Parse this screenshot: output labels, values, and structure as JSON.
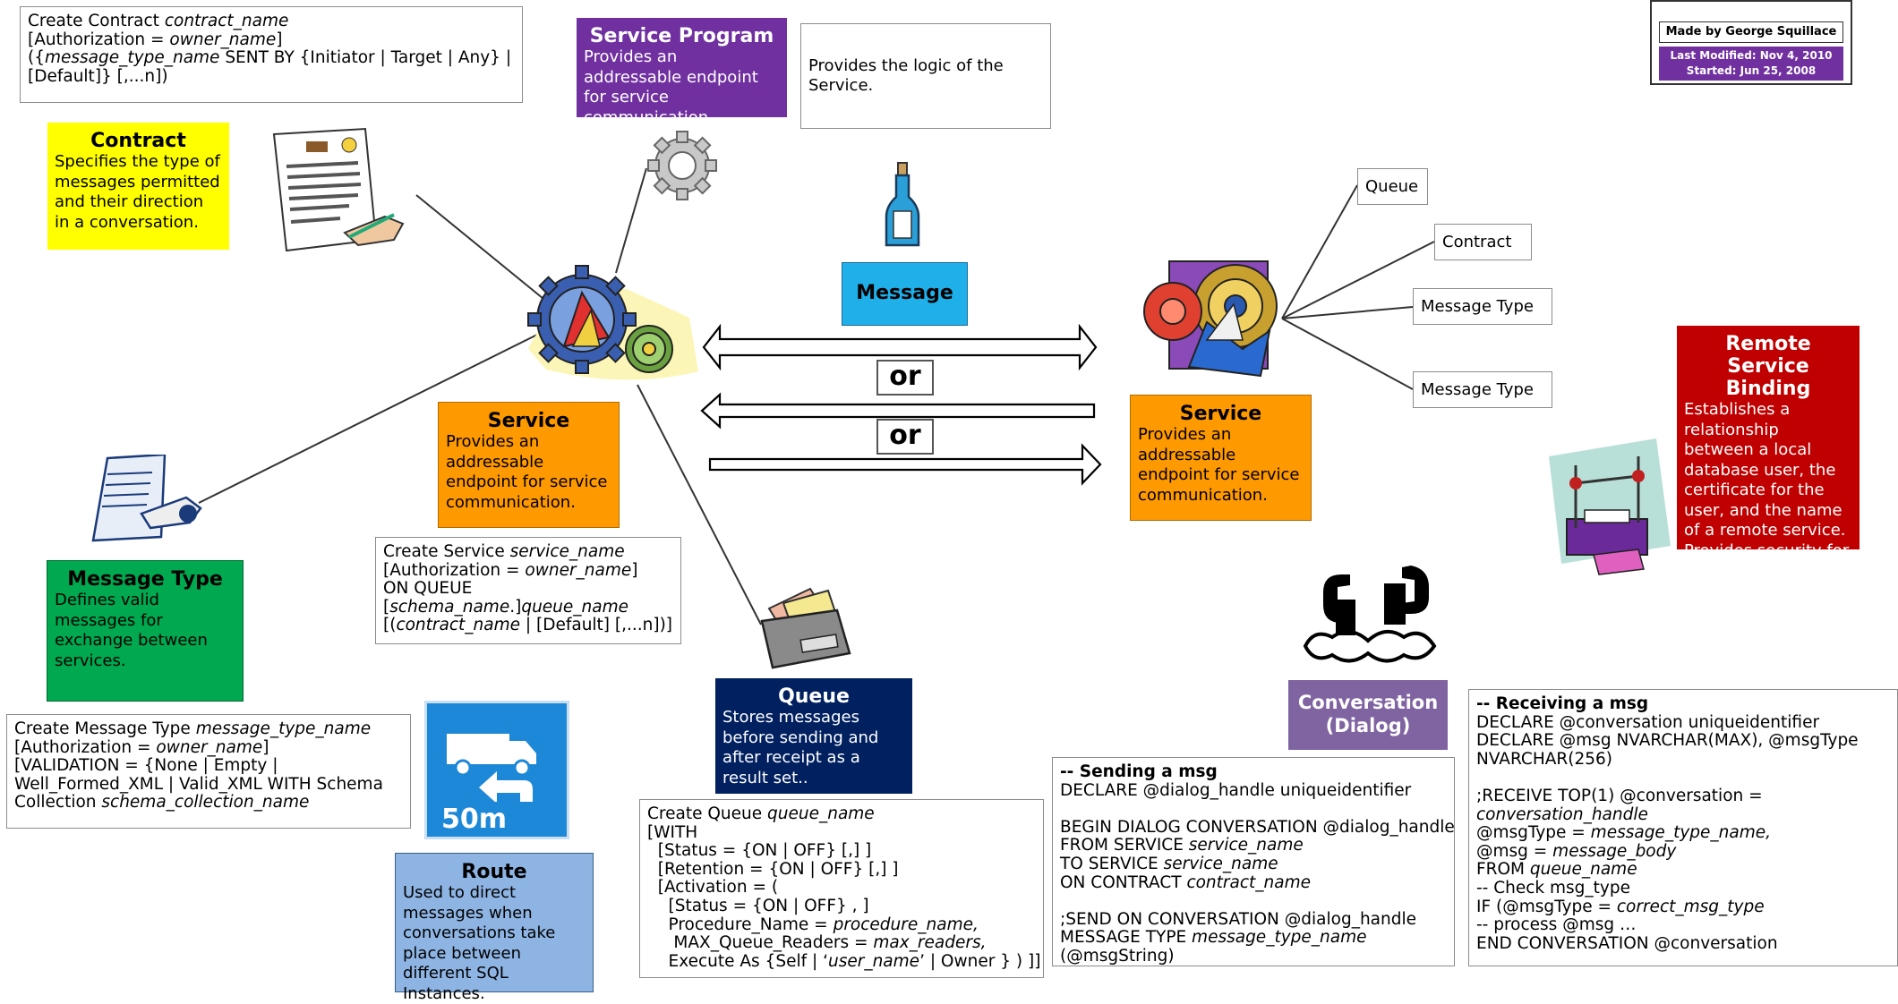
{
  "credits": {
    "made_by": "Made by George Squillace",
    "last_modified": "Last Modified: Nov 4, 2010",
    "started": "Started: Jun 25, 2008"
  },
  "colors": {
    "contract": "#ffff00",
    "service_program": "#7030a0",
    "message": "#1fb0ea",
    "service": "#ff9900",
    "message_type": "#00a84f",
    "queue": "#002060",
    "route": "#8eb4e3",
    "conversation": "#8064a2",
    "remote_binding": "#c00000",
    "route_sign": "#1e88d8"
  },
  "concepts": {
    "contract": {
      "title": "Contract",
      "desc": "Specifies the type of messages permitted and their direction in a conversation."
    },
    "service_program": {
      "title": "Service Program",
      "desc": "Provides an addressable endpoint for service communication."
    },
    "service_program_note": "Provides the logic of the Service.",
    "message": {
      "title": "Message"
    },
    "service_left": {
      "title": "Service",
      "desc": "Provides an addressable endpoint for service communication."
    },
    "service_right": {
      "title": "Service",
      "desc": "Provides an addressable endpoint for service communication."
    },
    "message_type": {
      "title": "Message Type",
      "desc": "Defines valid messages for exchange between services."
    },
    "queue": {
      "title": "Queue",
      "desc": "Stores messages before sending and after receipt as a result set.."
    },
    "route": {
      "title": "Route",
      "desc": "Used to direct messages when conversations take place between different SQL Instances."
    },
    "conversation": {
      "title": "Conversation (Dialog)"
    },
    "remote_binding": {
      "title": "Remote Service Binding",
      "desc": "Establishes a relationship between a local database user, the certificate for the user, and the name of a remote service. Provides security for conversations."
    },
    "or_1": "or",
    "or_2": "or",
    "route_sign_distance": "50m"
  },
  "service_labels": [
    "Queue",
    "Contract",
    "Message Type",
    "Message Type"
  ],
  "code": {
    "create_contract": [
      [
        {
          "t": "Create Contract "
        },
        {
          "t": "contract_name",
          "i": true
        }
      ],
      [
        {
          "t": "[Authorization = "
        },
        {
          "t": "owner_name",
          "i": true
        },
        {
          "t": "]"
        }
      ],
      [
        {
          "t": "({"
        },
        {
          "t": "message_type_name",
          "i": true
        },
        {
          "t": " SENT BY {Initiator | Target | Any} |"
        }
      ],
      [
        {
          "t": "[Default]} [,...n])"
        }
      ]
    ],
    "create_service": [
      [
        {
          "t": "Create Service "
        },
        {
          "t": "service_name",
          "i": true
        }
      ],
      [
        {
          "t": "[Authorization = "
        },
        {
          "t": "owner_name",
          "i": true
        },
        {
          "t": "]"
        }
      ],
      [
        {
          "t": "ON QUEUE"
        }
      ],
      [
        {
          "t": "["
        },
        {
          "t": "schema_name",
          "i": true
        },
        {
          "t": ".]"
        },
        {
          "t": "queue_name",
          "i": true
        }
      ],
      [
        {
          "t": "[("
        },
        {
          "t": "contract_name",
          "i": true
        },
        {
          "t": " | [Default] [,...n])]"
        }
      ]
    ],
    "create_message_type": [
      [
        {
          "t": "Create Message Type "
        },
        {
          "t": "message_type_name",
          "i": true
        }
      ],
      [
        {
          "t": "[Authorization = "
        },
        {
          "t": "owner_name",
          "i": true
        },
        {
          "t": "]"
        }
      ],
      [
        {
          "t": "[VALIDATION = {None | Empty |"
        }
      ],
      [
        {
          "t": "Well_Formed_XML | Valid_XML WITH Schema"
        }
      ],
      [
        {
          "t": "Collection "
        },
        {
          "t": "schema_collection_name",
          "i": true
        }
      ]
    ],
    "create_queue": [
      [
        {
          "t": "Create Queue "
        },
        {
          "t": "queue_name",
          "i": true
        }
      ],
      [
        {
          "t": "[WITH"
        }
      ],
      [
        {
          "t": "  [Status = {ON | OFF} [,] ]"
        }
      ],
      [
        {
          "t": "  [Retention = {ON | OFF} [,] ]"
        }
      ],
      [
        {
          "t": "  [Activation = ("
        }
      ],
      [
        {
          "t": "    [Status = {ON | OFF} , ]"
        }
      ],
      [
        {
          "t": "    Procedure_Name = "
        },
        {
          "t": "procedure_name,",
          "i": true
        }
      ],
      [
        {
          "t": "     MAX_Queue_Readers = "
        },
        {
          "t": "max_readers,",
          "i": true
        }
      ],
      [
        {
          "t": "    Execute As {Self | ‘"
        },
        {
          "t": "user_name",
          "i": true
        },
        {
          "t": "’ | Owner } ) ]]"
        }
      ]
    ],
    "sending_msg": [
      [
        {
          "t": "-- Sending a msg",
          "b": true
        }
      ],
      [
        {
          "t": "DECLARE @dialog_handle uniqueidentifier"
        }
      ],
      [
        {
          "t": ""
        }
      ],
      [
        {
          "t": "BEGIN DIALOG CONVERSATION @dialog_handle"
        }
      ],
      [
        {
          "t": "FROM SERVICE "
        },
        {
          "t": "service_name",
          "i": true
        }
      ],
      [
        {
          "t": "TO SERVICE "
        },
        {
          "t": "service_name",
          "i": true
        }
      ],
      [
        {
          "t": "ON CONTRACT "
        },
        {
          "t": "contract_name",
          "i": true
        }
      ],
      [
        {
          "t": ""
        }
      ],
      [
        {
          "t": ";SEND ON CONVERSATION @dialog_handle"
        }
      ],
      [
        {
          "t": "MESSAGE TYPE "
        },
        {
          "t": "message_type_name",
          "i": true
        }
      ],
      [
        {
          "t": "(@msgString)"
        }
      ]
    ],
    "receiving_msg": [
      [
        {
          "t": "-- Receiving a msg",
          "b": true
        }
      ],
      [
        {
          "t": "DECLARE @conversation uniqueidentifier"
        }
      ],
      [
        {
          "t": "DECLARE @msg NVARCHAR(MAX), @msgType"
        }
      ],
      [
        {
          "t": "NVARCHAR(256)"
        }
      ],
      [
        {
          "t": ""
        }
      ],
      [
        {
          "t": ";RECEIVE TOP(1) @conversation ="
        }
      ],
      [
        {
          "t": "conversation_handle",
          "i": true
        }
      ],
      [
        {
          "t": "@msgType = "
        },
        {
          "t": "message_type_name,",
          "i": true
        }
      ],
      [
        {
          "t": "@msg = "
        },
        {
          "t": "message_body",
          "i": true
        }
      ],
      [
        {
          "t": "FROM "
        },
        {
          "t": "queue_name",
          "i": true
        }
      ],
      [
        {
          "t": "-- Check msg_type"
        }
      ],
      [
        {
          "t": "IF (@msgType = "
        },
        {
          "t": "correct_msg_type",
          "i": true
        }
      ],
      [
        {
          "t": "-- process @msg …"
        }
      ],
      [
        {
          "t": "END CONVERSATION @conversation"
        }
      ]
    ]
  }
}
